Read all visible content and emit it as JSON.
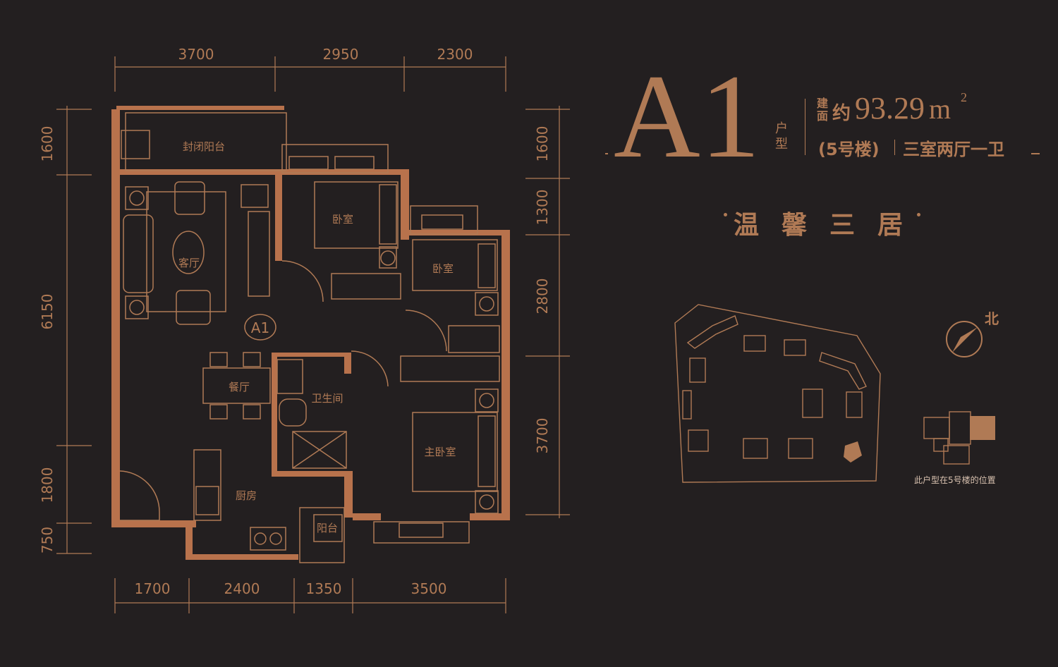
{
  "header": {
    "unit_code": "A1",
    "type_label": "户型",
    "area_label": "建面",
    "approx": "约",
    "area_value": "93.29",
    "area_unit": "m",
    "area_exp": "2",
    "building": "(5号楼)",
    "layout": "三室两厅一卫",
    "slogan": "温馨三居"
  },
  "dimensions": {
    "top": [
      "3700",
      "2950",
      "2300"
    ],
    "bottom": [
      "1700",
      "2400",
      "1350",
      "3500"
    ],
    "left": [
      "1600",
      "6150",
      "1800",
      "750"
    ],
    "right": [
      "1600",
      "1300",
      "2800",
      "3700"
    ]
  },
  "rooms": {
    "enclosed_balcony": "封闭阳台",
    "bedroom_1": "卧室",
    "bedroom_2": "卧室",
    "living_room": "客厅",
    "unit_marker": "A1",
    "dining_room": "餐厅",
    "bathroom": "卫生间",
    "kitchen": "厨房",
    "balcony": "阳台",
    "master_bedroom": "主卧室"
  },
  "site_plan": {
    "north_label": "北",
    "position_caption": "此户型在5号楼的位置"
  },
  "colors": {
    "background": "#231f20",
    "accent": "#b07a55",
    "wall": "#b8724c"
  },
  "icons": [
    "compass-icon",
    "ac-unit-icon",
    "sofa-icon",
    "bed-icon",
    "toilet-icon",
    "stove-icon",
    "sink-icon",
    "wardrobe-icon",
    "dining-table-icon"
  ]
}
